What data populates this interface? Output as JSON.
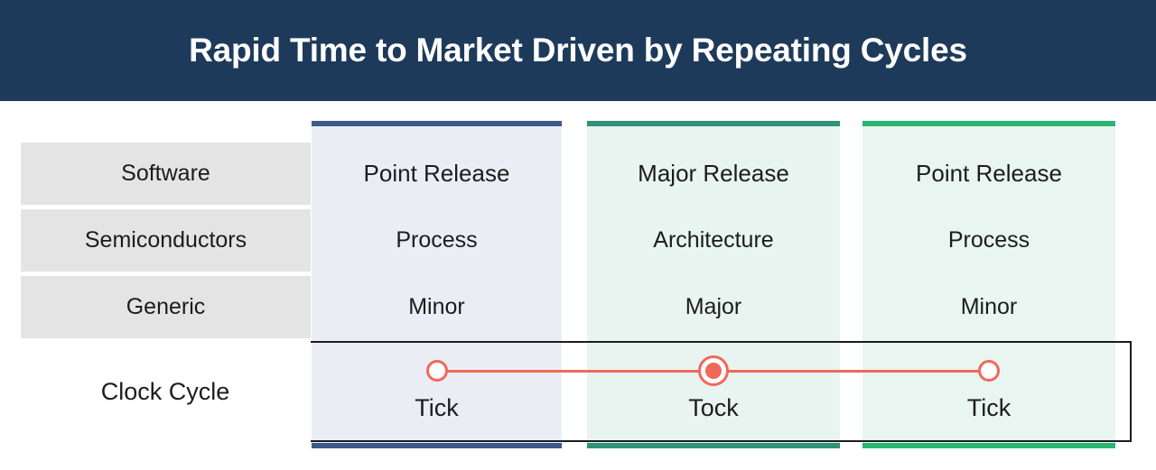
{
  "header": {
    "title": "Rapid Time to Market Driven by Repeating Cycles",
    "background_color": "#1e3a5a",
    "text_color": "#ffffff"
  },
  "colors": {
    "label_cell_bg": "#e4e4e4",
    "col_tick1_bg": "#eaeef4",
    "col_tock_bg": "#e8f4f0",
    "col_tick2_bg": "#e9f5f0",
    "col_tick1_accent": "#3d5a8a",
    "col_tock_accent": "#2e9178",
    "col_tick2_accent": "#2bb673",
    "timeline_accent": "#f1685a",
    "clock_box_border": "#1d1d1d",
    "text": "#1c1c1c"
  },
  "table": {
    "row_labels": [
      "Software",
      "Semiconductors",
      "Generic"
    ],
    "columns": [
      {
        "key": "tick1",
        "phase": "Tick",
        "accent": "#3d5a8a"
      },
      {
        "key": "tock",
        "phase": "Tock",
        "accent": "#2e9178"
      },
      {
        "key": "tick2",
        "phase": "Tick",
        "accent": "#2bb673"
      }
    ],
    "rows": [
      {
        "label": "Software",
        "cells": [
          "Point Release",
          "Major Release",
          "Point Release"
        ]
      },
      {
        "label": "Semiconductors",
        "cells": [
          "Process",
          "Architecture",
          "Process"
        ]
      },
      {
        "label": "Generic",
        "cells": [
          "Minor",
          "Major",
          "Minor"
        ]
      }
    ]
  },
  "clock_cycle": {
    "label": "Clock Cycle",
    "markers": [
      {
        "label": "Tick",
        "style": "hollow"
      },
      {
        "label": "Tock",
        "style": "filled"
      },
      {
        "label": "Tick",
        "style": "hollow"
      }
    ]
  }
}
